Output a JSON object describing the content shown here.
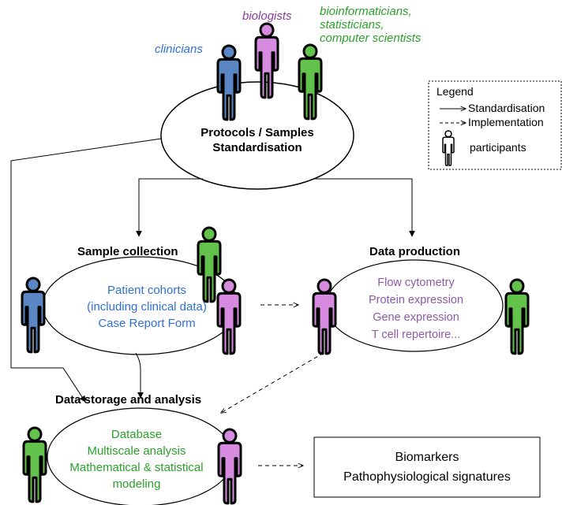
{
  "colors": {
    "clinician": "#5b86c4",
    "biologist": "#d78be0",
    "bioinformatician": "#63c24b",
    "text_blue": "#2f6fd6",
    "text_purple": "#8a3c9e",
    "text_purple_soft": "#8e5aa8",
    "text_green": "#2ba02b",
    "line": "#000000"
  },
  "stakeholders": {
    "clinicians": "clinicians",
    "biologists": "biologists",
    "bioinformaticians_line1": "bioinformaticians,",
    "bioinformaticians_line2": "statisticians,",
    "bioinformaticians_line3": "computer scientists"
  },
  "standardisation": {
    "line1": "Protocols / Samples",
    "line2": "Standardisation"
  },
  "legend": {
    "title": "Legend",
    "standardisation": "Standardisation",
    "implementation": "Implementation",
    "participants": "participants"
  },
  "sample_collection": {
    "title": "Sample collection",
    "line1": "Patient cohorts",
    "line2": "(including clinical data)",
    "line3": "Case Report Form"
  },
  "data_production": {
    "title": "Data production",
    "line1": "Flow cytometry",
    "line2": "Protein expression",
    "line3": "Gene expression",
    "line4": "T cell repertoire..."
  },
  "data_storage": {
    "title": "Data storage and analysis",
    "line1": "Database",
    "line2": "Multiscale analysis",
    "line3": "Mathematical & statistical",
    "line4": "modeling"
  },
  "outputs": {
    "line1": "Biomarkers",
    "line2": "Pathophysiological signatures"
  }
}
